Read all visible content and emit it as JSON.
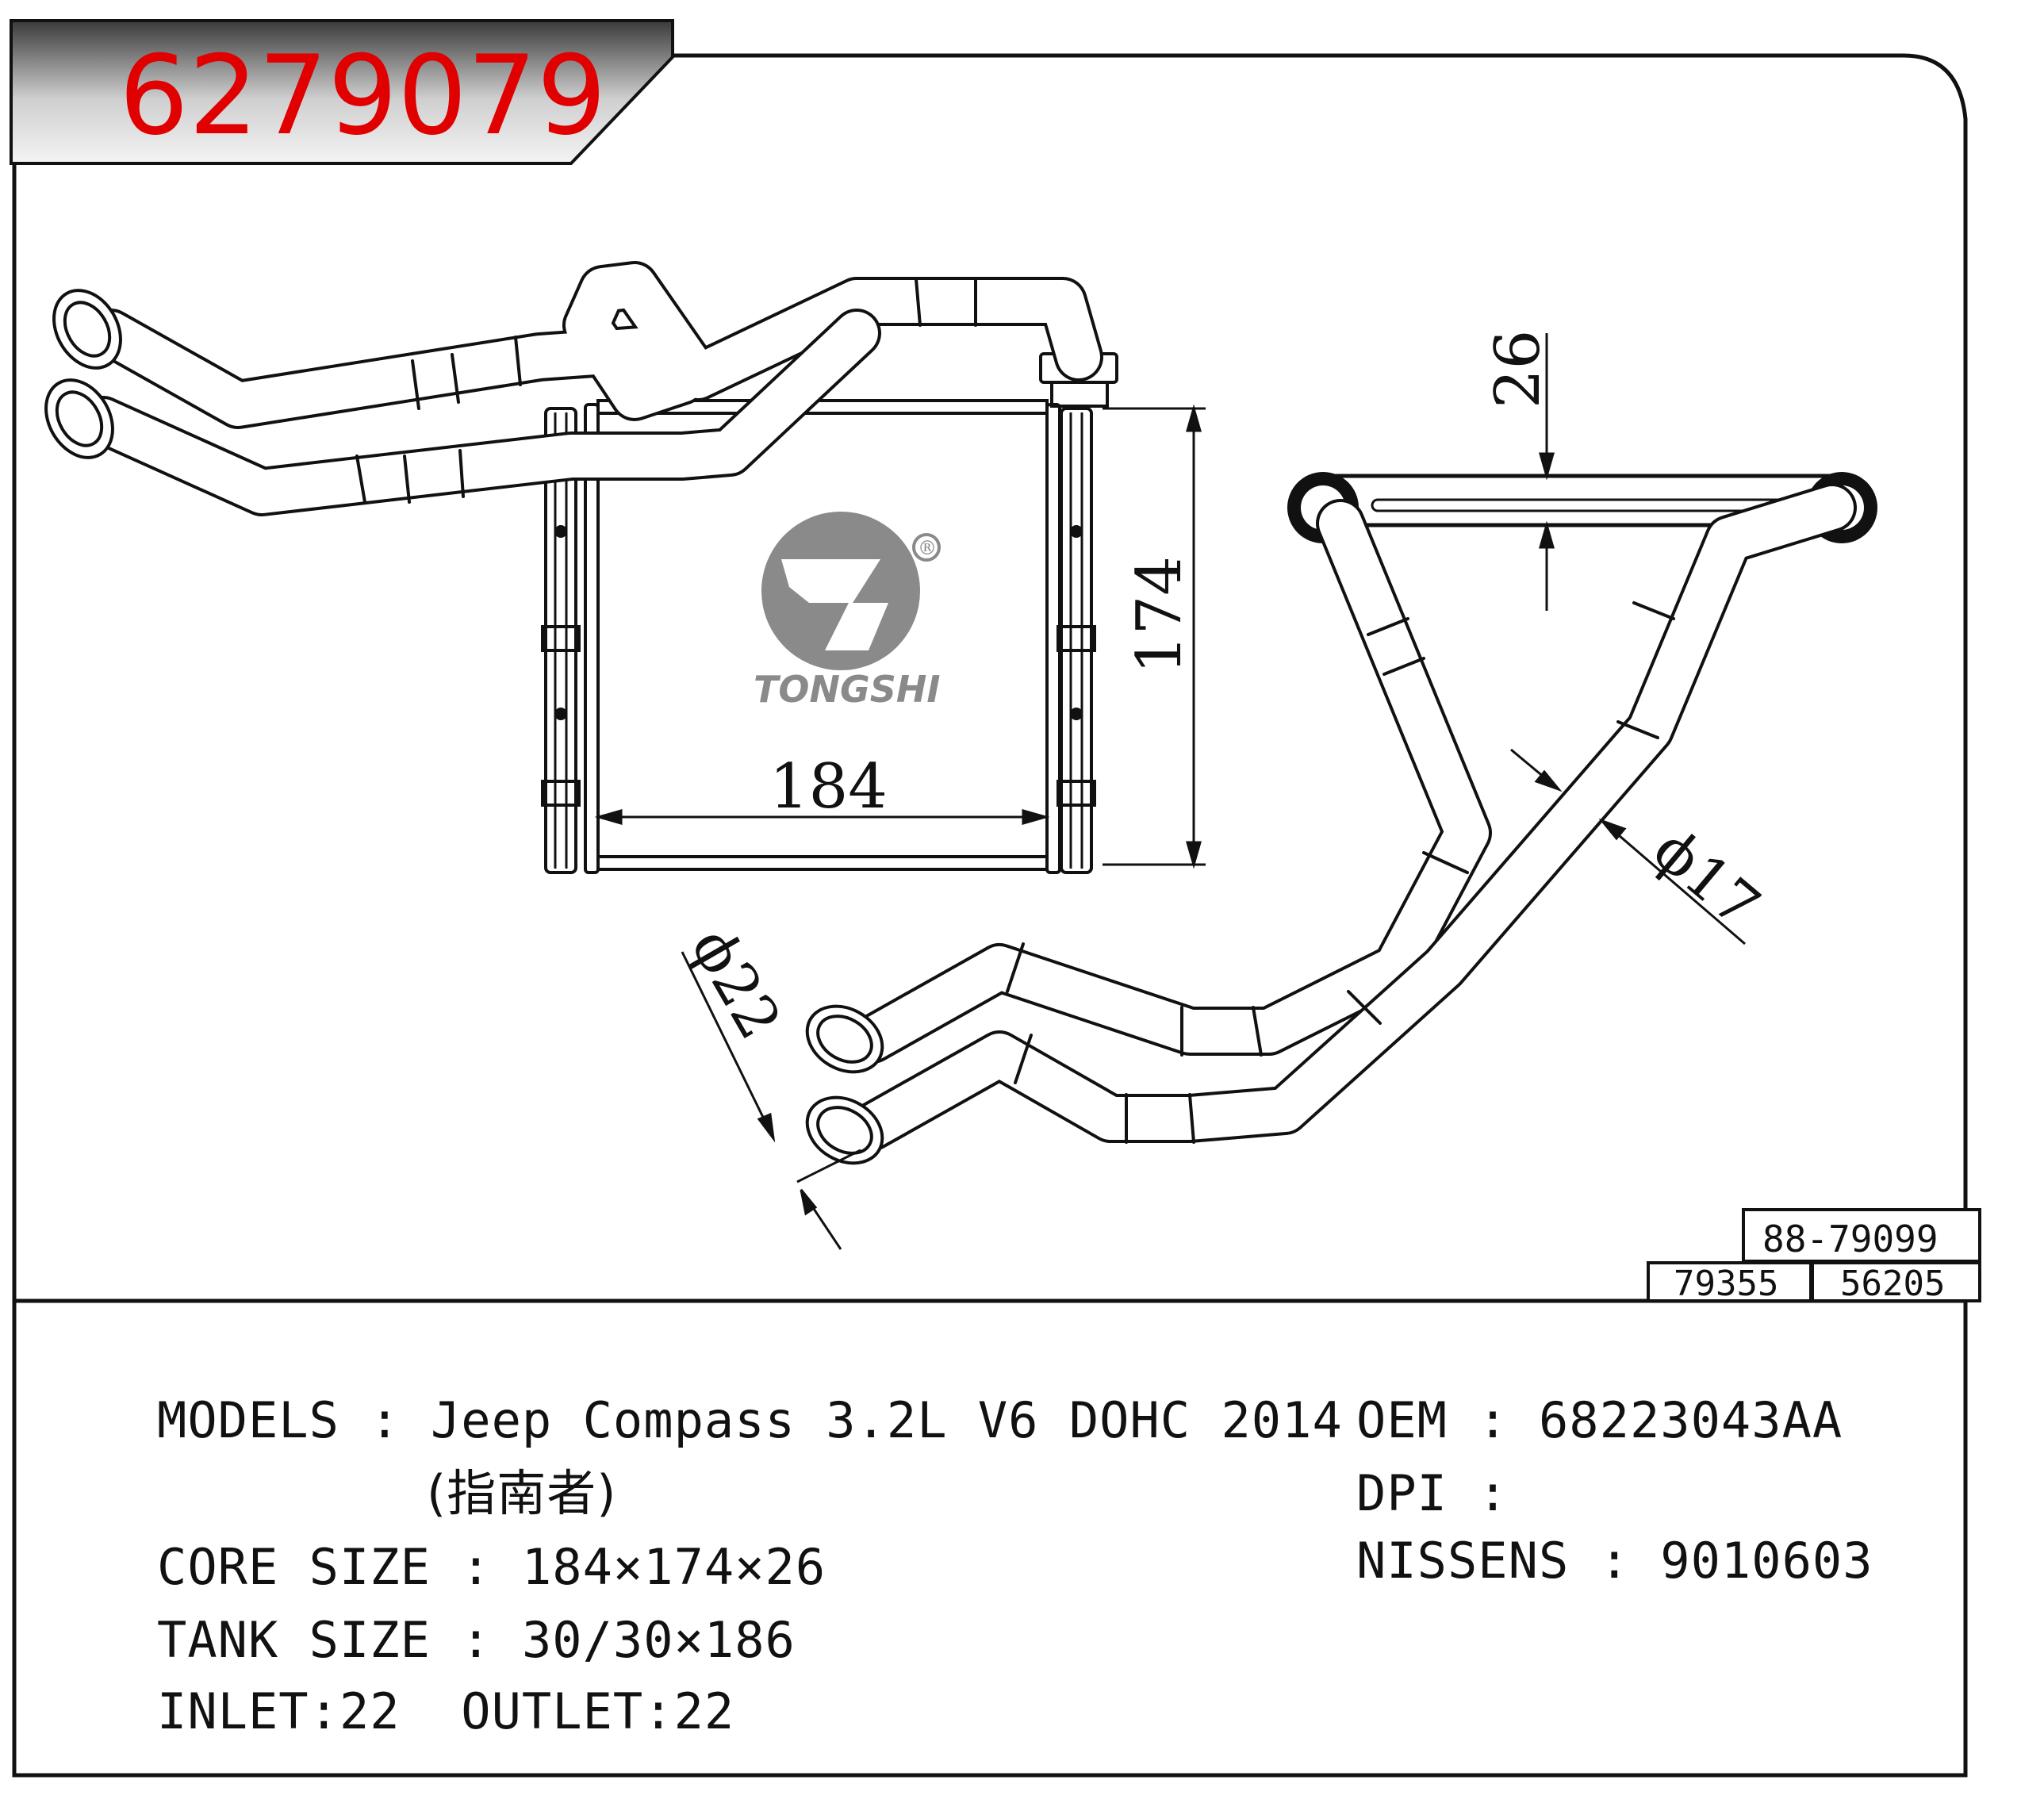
{
  "part_number": "6279079",
  "brand": {
    "logo_text": "TONGSHI",
    "registered_mark": "®",
    "logo_color": "#8a8a8a"
  },
  "dimensions": {
    "core_width": "184",
    "core_height": "174",
    "core_depth": "26",
    "pipe_diameter_small": "ϕ17",
    "pipe_diameter_large": "ϕ22"
  },
  "cross_refs": {
    "top": "88-79099",
    "bottom_left": "79355",
    "bottom_right": "56205"
  },
  "specs": {
    "models_label": "MODELS",
    "models_value": "Jeep Compass 3.2L V6 DOHC 2014",
    "models_value_cn": "(指南者)",
    "core_size_label": "CORE SIZE",
    "core_size_value": "184×174×26",
    "tank_size_label": "TANK SIZE",
    "tank_size_value": "30/30×186",
    "inlet_label": "INLET",
    "inlet_value": "22",
    "outlet_label": "OUTLET",
    "outlet_value": "22",
    "oem_label": "OEM",
    "oem_value": "68223043AA",
    "dpi_label": "DPI",
    "dpi_value": "",
    "nissens_label": "NISSENS",
    "nissens_value": "9010603",
    "separator": ":"
  },
  "colors": {
    "part_number": "#e00000",
    "line": "#111111",
    "banner_dark": "#333333",
    "banner_light": "#f2f2f2"
  }
}
